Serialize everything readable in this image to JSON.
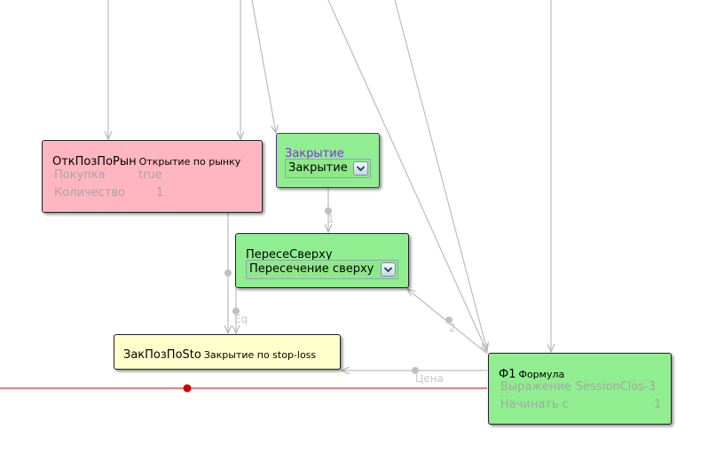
{
  "colors": {
    "node_pink": "#ffb6c1",
    "node_green": "#90ee90",
    "node_yellow": "#ffffcc",
    "edge": "#bbbbbb",
    "signal_line": "#d9363e",
    "violet_text": "#8a2be2"
  },
  "nodes": {
    "otkpoz": {
      "name": "ОткПозПоРын",
      "desc": "Открытие по рынку",
      "props": [
        {
          "key": "Покупка",
          "value": "true"
        },
        {
          "key": "Количество",
          "value": "1"
        }
      ]
    },
    "zakrytie": {
      "name": "Закрытие",
      "combo_value": "Закрытие",
      "combo_icon": "chevron-down-icon"
    },
    "perese": {
      "name": "ПересеСверху",
      "combo_value": "Пересечение сверху",
      "combo_icon": "chevron-down-icon"
    },
    "zakpoz": {
      "name": "ЗакПозПоSto",
      "desc": "Закрытие по stop-loss"
    },
    "f1": {
      "name": "Ф1",
      "desc": "Формула",
      "props": [
        {
          "key": "Выражение",
          "value": "SessionClos-3"
        },
        {
          "key": "Начинать с",
          "value": "1"
        }
      ]
    }
  },
  "edge_labels": {
    "one": "1",
    "eq": "Eq",
    "two": "2",
    "price": "Цена"
  }
}
